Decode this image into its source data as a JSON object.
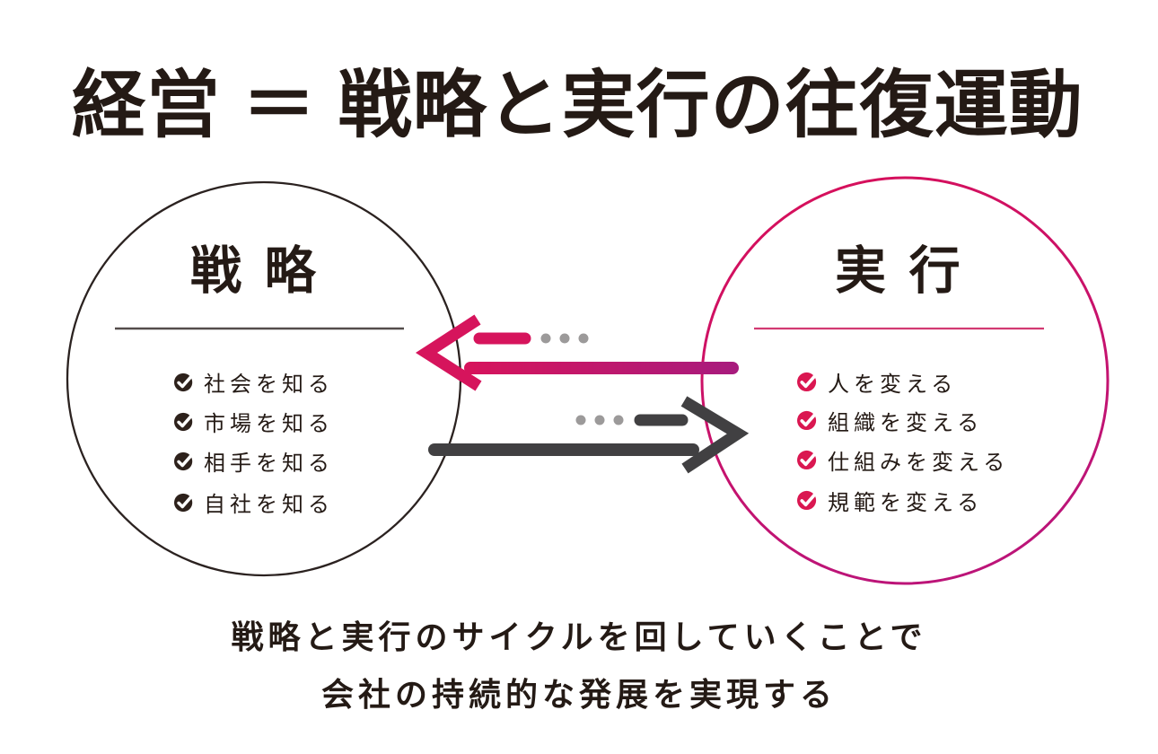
{
  "title": "経営 ＝ 戦略と実行の往復運動",
  "strategy_circle": {
    "label": "戦略",
    "items": [
      "社会を知る",
      "市場を知る",
      "相手を知る",
      "自社を知る"
    ]
  },
  "execution_circle": {
    "label": "実行",
    "items": [
      "人を変える",
      "組織を変える",
      "仕組みを変える",
      "規範を変える"
    ]
  },
  "caption": {
    "line1": "戦略と実行のサイクルを回していくことで",
    "line2": "会社の持続的な発展を実現する"
  },
  "icons": {
    "check_circle": "✔"
  },
  "colors": {
    "text_dark": "#241a15",
    "accent_pink": "#d6145c",
    "accent_pink_deep": "#a81b7d",
    "execution_circle_stroke": "#d01063",
    "strategy_circle_stroke": "#2b2220",
    "dark_arrow": "#414042",
    "dots_gray": "#9c9a9a",
    "check_dark": "#2d211b",
    "check_pink": "#da1751"
  }
}
